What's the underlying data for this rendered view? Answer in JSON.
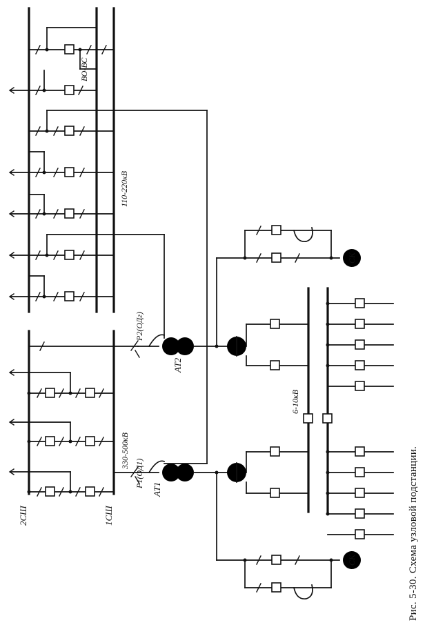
{
  "caption": "Рис. 5-30. Схема узловой подстанции.",
  "labels": {
    "bus_2sh": "2СШ",
    "bus_1sh": "1СШ",
    "voltage_330_500": "330-500кВ",
    "voltage_110_220": "110-220кВ",
    "voltage_6_10": "6-10кВ",
    "bus_coupler": "ВО-ВС",
    "at1": "АТ1",
    "at2": "АТ2",
    "p1": "Р1(ОД1)",
    "p2": "Р2(ОДг)",
    "sk_top": "СК",
    "sk_bottom": "СК"
  }
}
